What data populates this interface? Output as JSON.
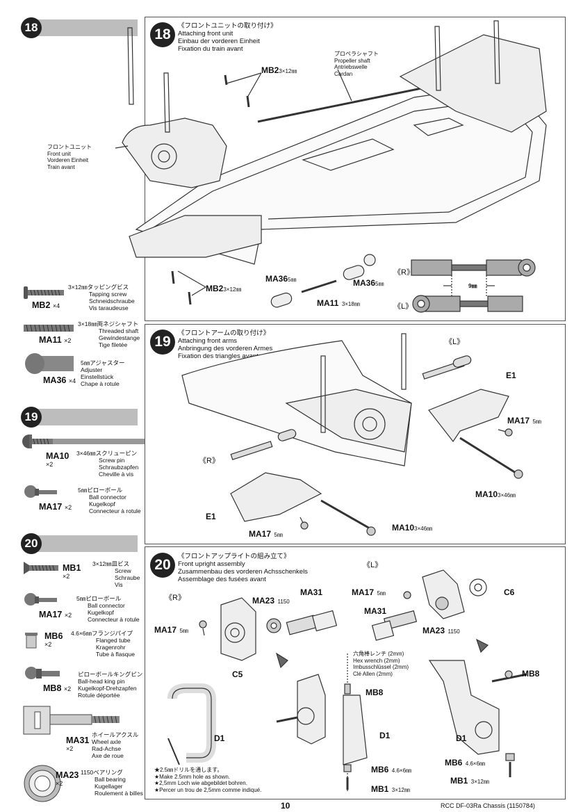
{
  "sidebar": {
    "step18": {
      "number": "18",
      "parts": [
        {
          "id": "MB2",
          "qty": "×4",
          "size_jp": "3×12㎜タッピングビス",
          "names": [
            "Tapping screw",
            "Schneidschraube",
            "Vis taraudeuse"
          ]
        },
        {
          "id": "MA11",
          "qty": "×2",
          "size_jp": "3×18㎜両ネジシャフト",
          "names": [
            "Threaded shaft",
            "Gewindestange",
            "Tige filetée"
          ]
        },
        {
          "id": "MA36",
          "qty": "×4",
          "size_jp": "5㎜アジャスター",
          "names": [
            "Adjuster",
            "Einstellstück",
            "Chape à rotule"
          ]
        }
      ]
    },
    "step19": {
      "number": "19",
      "parts": [
        {
          "id": "MA10",
          "qty": "×2",
          "size_jp": "3×46㎜スクリューピン",
          "names": [
            "Screw pin",
            "Schraubzapfen",
            "Cheville à vis"
          ]
        },
        {
          "id": "MA17",
          "qty": "×2",
          "size_jp": "5㎜ピローボール",
          "names": [
            "Ball connector",
            "Kugelkopf",
            "Connecteur à rotule"
          ]
        }
      ]
    },
    "step20": {
      "number": "20",
      "parts": [
        {
          "id": "MB1",
          "qty": "×2",
          "size_jp": "3×12㎜皿ビス",
          "names": [
            "Screw",
            "Schraube",
            "Vis"
          ]
        },
        {
          "id": "MA17",
          "qty": "×2",
          "size_jp": "5㎜ピローボール",
          "names": [
            "Ball connector",
            "Kugelkopf",
            "Connecteur à rotule"
          ]
        },
        {
          "id": "MB6",
          "qty": "×2",
          "size_jp": "4.6×6㎜フランジパイプ",
          "names": [
            "Flanged tube",
            "Kragenrohr",
            "Tube à flasque"
          ]
        },
        {
          "id": "MB8",
          "qty": "×2",
          "size_jp": "ピローボールキングピン",
          "names": [
            "Ball-head king pin",
            "Kugelkopf-Drehzapfen",
            "Rotule déportée"
          ]
        },
        {
          "id": "MA31",
          "qty": "×2",
          "size_jp": "ホイールアクスル",
          "names": [
            "Wheel axle",
            "Rad-Achse",
            "Axe de roue"
          ]
        },
        {
          "id": "MA23",
          "qty": "×2",
          "size_jp": "1150ベアリング",
          "names": [
            "Ball bearing",
            "Kugellager",
            "Roulement à billes"
          ]
        }
      ]
    }
  },
  "step18": {
    "number": "18",
    "title": [
      "《フロントユニットの取り付け》",
      "Attaching front unit",
      "Einbau der vorderen Einheit",
      "Fixation du train avant"
    ],
    "labels": {
      "mb2_top": "MB2",
      "mb2_top_size": "3×12㎜",
      "mb2_bottom": "MB2",
      "mb2_bottom_size": "3×12㎜",
      "propeller": [
        "プロペラシャフト",
        "Propeller shaft",
        "Antriebswelle",
        "Cardan"
      ],
      "front_unit": [
        "フロントユニット",
        "Front unit",
        "Vorderen Einheit",
        "Train avant"
      ],
      "ma36_left": "MA36",
      "ma36_left_size": "5㎜",
      "ma36_right": "MA36",
      "ma36_right_size": "5㎜",
      "ma11": "MA11",
      "ma11_size": "3×18㎜",
      "r_mark": "《R》",
      "l_mark": "《L》",
      "dimension": "9㎜"
    }
  },
  "step19": {
    "number": "19",
    "title": [
      "《フロントアームの取り付け》",
      "Attaching front arms",
      "Anbringung des vorderen Armes",
      "Fixation des triangles avant"
    ],
    "labels": {
      "l_mark": "《L》",
      "r_mark": "《R》",
      "e1_top": "E1",
      "e1_bottom": "E1",
      "ma17_right": "MA17",
      "ma17_right_size": "5㎜",
      "ma17_bottom": "MA17",
      "ma17_bottom_size": "5㎜",
      "ma10_right": "MA10",
      "ma10_right_size": "3×46㎜",
      "ma10_bottom": "MA10",
      "ma10_bottom_size": "3×46㎜"
    }
  },
  "step20": {
    "number": "20",
    "title": [
      "《フロントアップライトの組み立て》",
      "Front upright assembly",
      "Zusammenbau des vorderen Achsschenkels",
      "Assemblage des fusées avant"
    ],
    "labels": {
      "r_mark": "《R》",
      "l_mark": "《L》",
      "ma23_left": "MA23",
      "ma23_left_size": "1150",
      "ma31_left": "MA31",
      "ma17_left": "MA17",
      "ma17_left_size": "5㎜",
      "c5": "C5",
      "ma17_right": "MA17",
      "ma17_right_size": "5㎜",
      "c6": "C6",
      "ma31_right": "MA31",
      "ma23_right": "MA23",
      "ma23_right_size": "1150",
      "hex": [
        "六角棒レンチ (2mm)",
        "Hex wrench (2mm)",
        "Imbusschlüssel (2mm)",
        "Clé Allen (2mm)"
      ],
      "mb8_mid": "MB8",
      "mb8_right": "MB8",
      "d1_left": "D1",
      "d1_mid": "D1",
      "d1_right": "D1",
      "mb6_mid": "MB6",
      "mb6_mid_size": "4.6×6㎜",
      "mb6_right": "MB6",
      "mb6_right_size": "4.6×6㎜",
      "mb1_mid": "MB1",
      "mb1_mid_size": "3×12㎜",
      "mb1_right": "MB1",
      "mb1_right_size": "3×12㎜",
      "notes": [
        "★2.5㎜ドリルを通します。",
        "★Make 2.5mm hole as shown.",
        "★2,5mm Loch wie abgebildet bohren.",
        "★Percer un trou de 2,5mm comme indiqué."
      ]
    }
  },
  "footer": {
    "page": "10",
    "model": "RCC DF-03Ra Chassis (1150784)"
  }
}
